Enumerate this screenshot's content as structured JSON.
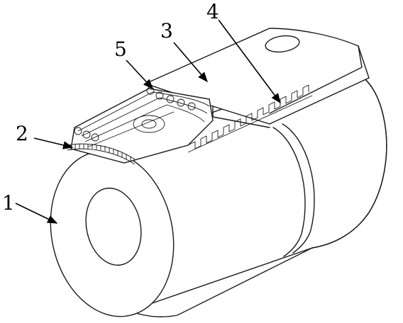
{
  "figure": {
    "labels": [
      {
        "id": "1",
        "text": "1"
      },
      {
        "id": "2",
        "text": "2"
      },
      {
        "id": "3",
        "text": "3"
      },
      {
        "id": "4",
        "text": "4"
      },
      {
        "id": "5",
        "text": "5"
      }
    ]
  },
  "colors": {
    "line": "#1a1a1a",
    "background": "#ffffff"
  }
}
